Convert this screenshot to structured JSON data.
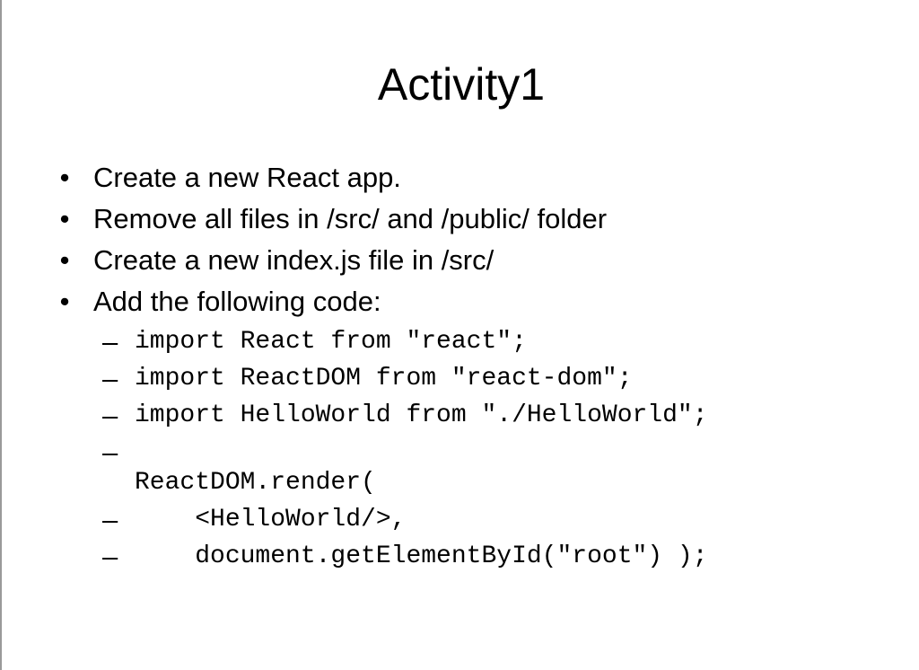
{
  "slide": {
    "title": "Activity1",
    "bullet_symbol": "•",
    "dash_symbol": "–",
    "bullets": [
      "Create a new React app.",
      "Remove all files in /src/ and /public/ folder",
      "Create a new index.js file in /src/",
      "Add the following code:"
    ],
    "code_lines": [
      "import React from \"react\";",
      "import ReactDOM from \"react-dom\";",
      "import HelloWorld from \"./HelloWorld\";",
      "",
      "ReactDOM.render(",
      "    <HelloWorld/>,",
      "    document.getElementById(\"root\") );"
    ]
  }
}
